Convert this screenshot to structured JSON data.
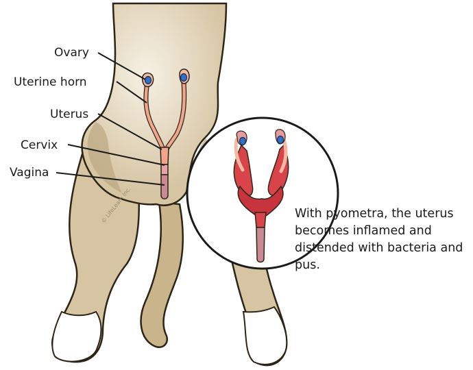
{
  "labels": {
    "ovary": "Ovary",
    "uterine_horn": "Uterine horn",
    "uterus": "Uterus",
    "cervix": "Cervix",
    "vagina": "Vagina"
  },
  "caption": "With pyometra, the uterus becomes inflamed and distended with bacteria and pus.",
  "watermark": "© LifeLearn Inc.",
  "colors": {
    "fur": "#d6c4a2",
    "fur_light": "#efe6d1",
    "fur_shadow": "#bba781",
    "outline": "#2b2417",
    "normal_uterus": "#f0a58c",
    "cervix": "#e6a2a4",
    "vagina": "#c98a93",
    "inflamed_uterus": "#d9434a",
    "ovary": "#2f6fc7",
    "paw": "#ffffff"
  }
}
